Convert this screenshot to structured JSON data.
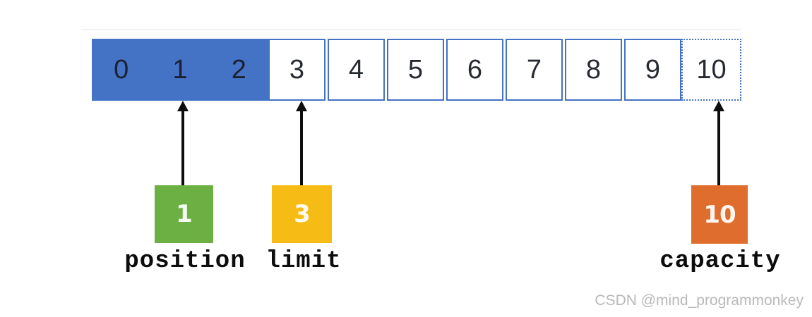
{
  "diagram": {
    "bar": {
      "cells": [
        {
          "label": "0",
          "state": "filled"
        },
        {
          "label": "1",
          "state": "filled"
        },
        {
          "label": "2",
          "state": "filled"
        },
        {
          "label": "3",
          "state": "empty"
        },
        {
          "label": "4",
          "state": "empty"
        },
        {
          "label": "5",
          "state": "empty"
        },
        {
          "label": "6",
          "state": "empty"
        },
        {
          "label": "7",
          "state": "empty"
        },
        {
          "label": "8",
          "state": "empty"
        },
        {
          "label": "9",
          "state": "empty"
        },
        {
          "label": "10",
          "state": "dotted"
        }
      ],
      "fill_color": "#4472C4",
      "border_color": "#4472C4"
    },
    "pointers": [
      {
        "name": "position",
        "value": "1",
        "color": "#6CB043"
      },
      {
        "name": "limit",
        "value": "3",
        "color": "#F6BC15"
      },
      {
        "name": "capacity",
        "value": "10",
        "color": "#DF6E2E"
      }
    ],
    "arrow_color": "#0d0d0d"
  },
  "watermark": "CSDN @mind_programmonkey"
}
